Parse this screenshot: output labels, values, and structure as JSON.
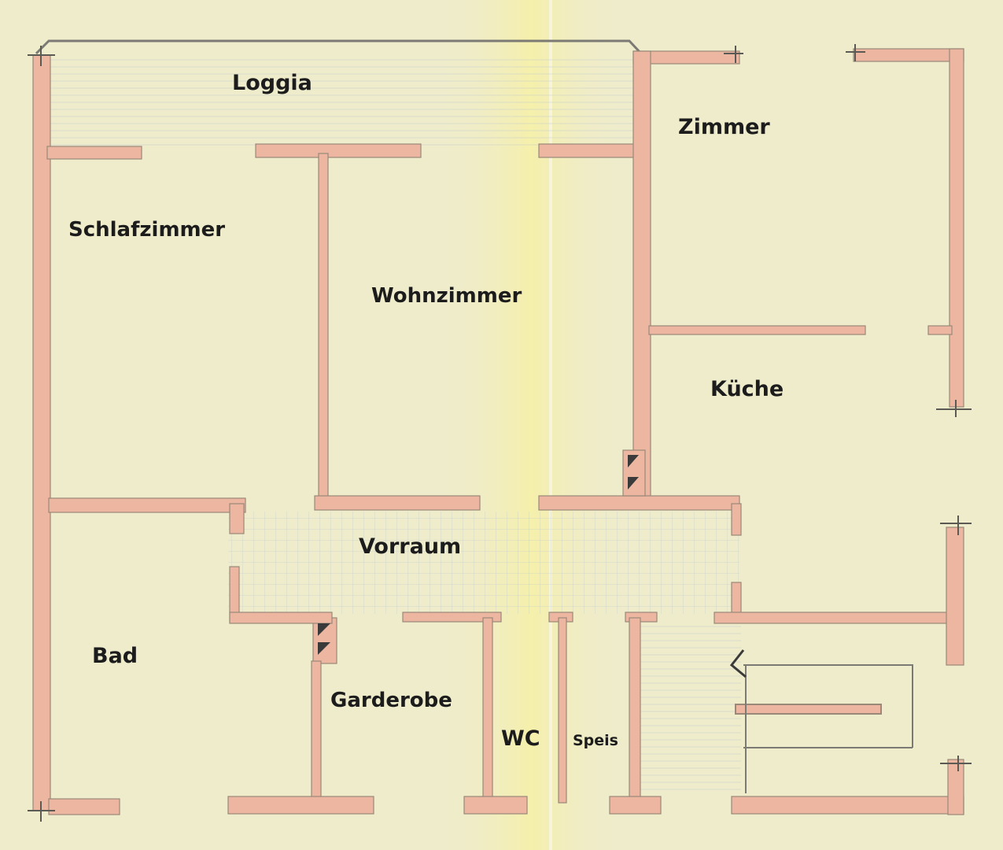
{
  "rooms": {
    "loggia": "Loggia",
    "zimmer": "Zimmer",
    "schlafzimmer": "Schlafzimmer",
    "wohnzimmer": "Wohnzimmer",
    "kueche": "Küche",
    "vorraum": "Vorraum",
    "bad": "Bad",
    "garderobe": "Garderobe",
    "wc": "WC",
    "speis": "Speis"
  },
  "colors": {
    "paper": "#efeccb",
    "paper_center_band": "#f6f0a6",
    "wall_fill": "#ecb6a0",
    "wall_line": "#9a8878",
    "pencil": "#7c7a74",
    "hatch": "#b9c7cf",
    "text": "#1c1c1c"
  }
}
